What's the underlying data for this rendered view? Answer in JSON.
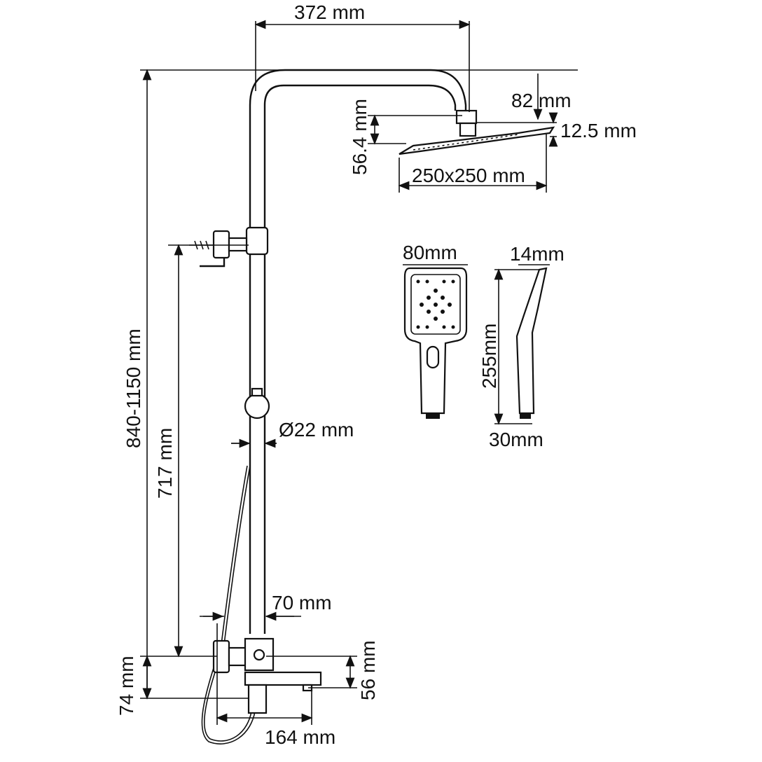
{
  "title": "Shower system dimension drawing",
  "dimensions": {
    "arm_reach": "372 mm",
    "head_drop": "82 mm",
    "head_height": "56.4 mm",
    "head_thickness": "12.5 mm",
    "head_size": "250x250 mm",
    "hand_width": "80mm",
    "hand_thickness": "14mm",
    "hand_length": "255mm",
    "hand_base": "30mm",
    "total_height": "840-1150 mm",
    "holder_height": "717 mm",
    "pipe_diameter": "Ø22 mm",
    "mixer_offset": "70 mm",
    "mixer_height": "74 mm",
    "spout_height": "56 mm",
    "spout_length": "164 mm"
  },
  "colors": {
    "line": "#111111",
    "background": "#ffffff"
  }
}
